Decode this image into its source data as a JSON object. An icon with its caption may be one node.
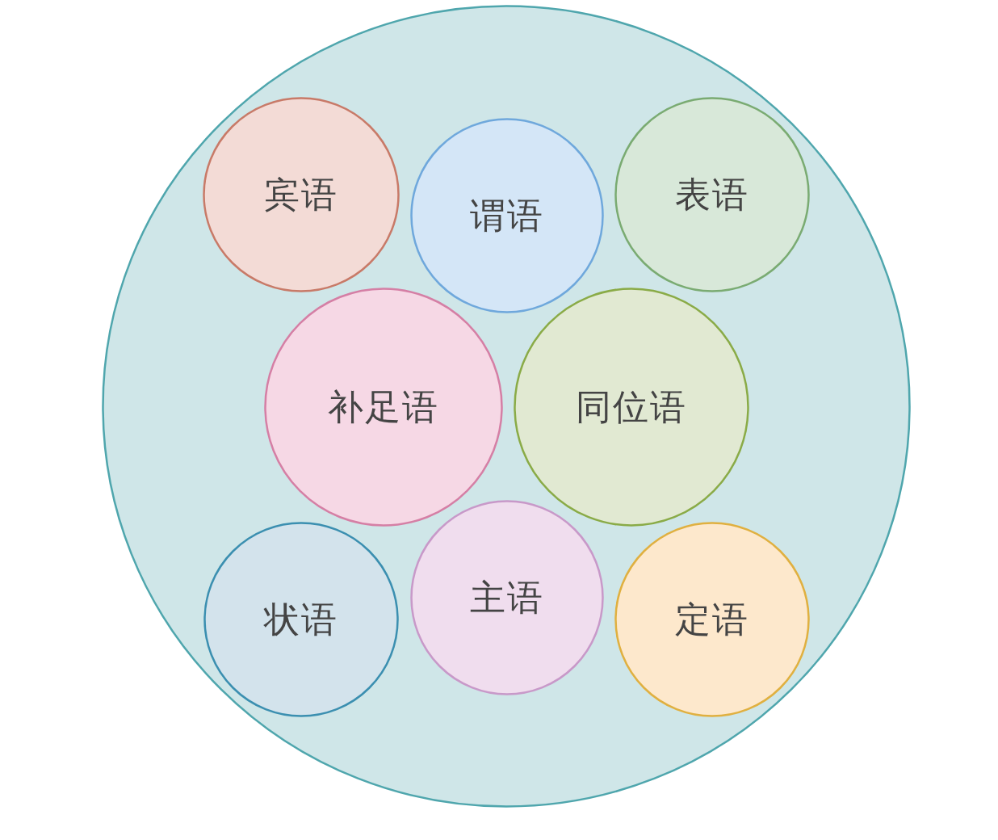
{
  "diagram": {
    "nodes": [
      {
        "text": [],
        "shape": "circle"
      },
      {
        "text": [
          "宾语"
        ],
        "in": 0
      },
      {
        "text": [
          "谓语"
        ],
        "in": 0
      },
      {
        "text": [
          "表语"
        ],
        "in": 0
      },
      {
        "text": [
          "补足语"
        ],
        "in": 0
      },
      {
        "text": [
          "同位语"
        ],
        "in": 0
      },
      {
        "text": [
          "状语"
        ],
        "in": 0
      },
      {
        "text": [
          "主语"
        ],
        "in": 0
      },
      {
        "text": [
          "定语"
        ],
        "in": 0
      }
    ]
  }
}
